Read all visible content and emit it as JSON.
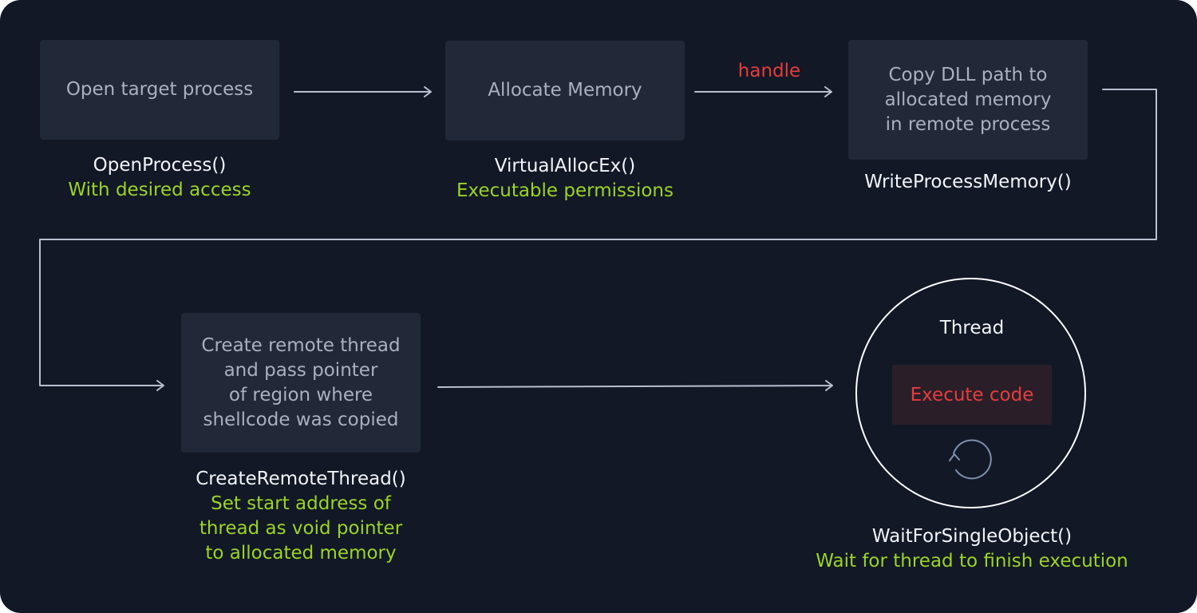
{
  "colors": {
    "background": "#121826",
    "box": "#212838",
    "box_text": "#a9b0c0",
    "function_text": "#f2f4f8",
    "note_text": "#9bd427",
    "highlight_text": "#e53d3d",
    "connector": "#b8bfd0"
  },
  "steps": [
    {
      "box": "Open target process",
      "function": "OpenProcess()",
      "note": "With desired access"
    },
    {
      "box": "Allocate Memory",
      "function": "VirtualAllocEx()",
      "note": "Executable permissions"
    },
    {
      "box": "Copy DLL path to\nallocated memory\nin remote process",
      "function": "WriteProcessMemory()",
      "note": ""
    },
    {
      "box": "Create remote thread\nand pass pointer\nof region where\nshellcode was copied",
      "function": "CreateRemoteThread()",
      "note": "Set start address of\nthread as void pointer\nto allocated memory"
    }
  ],
  "edge_label": "handle",
  "thread": {
    "title": "Thread",
    "action": "Execute code",
    "icon": "refresh-icon",
    "function": "WaitForSingleObject()",
    "note": "Wait for thread to finish execution"
  }
}
